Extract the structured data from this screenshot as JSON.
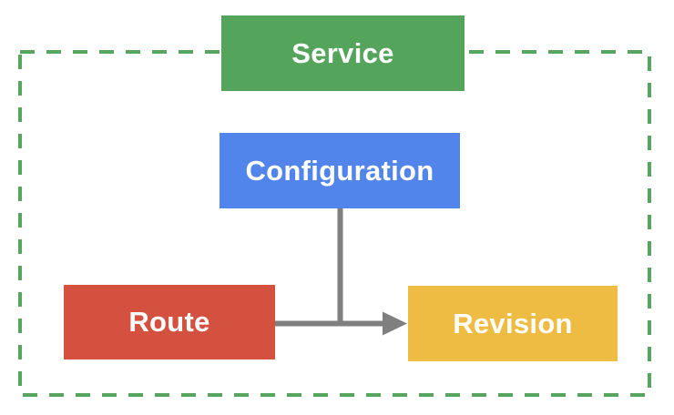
{
  "diagram": {
    "nodes": {
      "service": {
        "label": "Service",
        "color": "#54A45B"
      },
      "configuration": {
        "label": "Configuration",
        "color": "#5185EC"
      },
      "route": {
        "label": "Route",
        "color": "#D5513F"
      },
      "revision": {
        "label": "Revision",
        "color": "#EEBB43"
      }
    },
    "edges": [
      {
        "from": "configuration",
        "to": "revision",
        "type": "line"
      },
      {
        "from": "route",
        "to": "revision",
        "type": "arrow"
      }
    ],
    "colors": {
      "boundary_dash": "#57A55E",
      "connector": "#7F7F7F",
      "label_text": "#FFFFFF",
      "background": "#FFFFFF"
    }
  }
}
